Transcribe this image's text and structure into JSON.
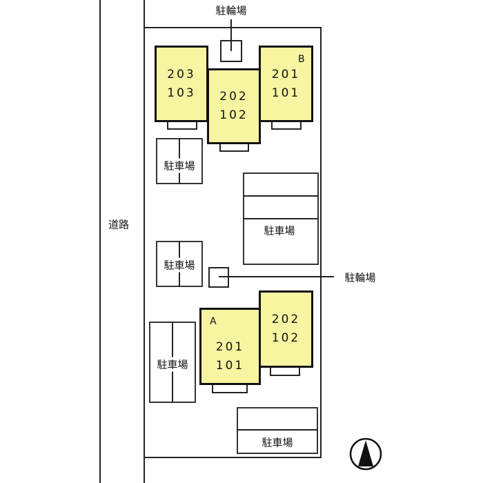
{
  "road_label": "道路",
  "bike_parking_label": "駐輪場",
  "parking_label": "駐車場",
  "building_b": {
    "tag": "B",
    "units": [
      {
        "upper": "203",
        "lower": "103"
      },
      {
        "upper": "202",
        "lower": "102"
      },
      {
        "upper": "201",
        "lower": "101"
      }
    ]
  },
  "building_a": {
    "tag": "A",
    "units": [
      {
        "upper": "201",
        "lower": "101"
      },
      {
        "upper": "202",
        "lower": "102"
      }
    ]
  },
  "colors": {
    "building": "#f8f5a2",
    "line": "#222222"
  }
}
